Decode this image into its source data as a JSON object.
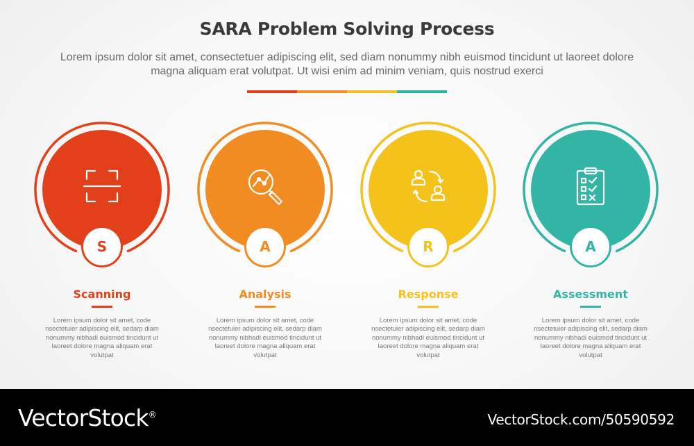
{
  "title": "SARA Problem Solving Process",
  "subtitle": "Lorem ipsum dolor sit amet, consectetuer adipiscing elit, sed diam nonummy nibh euismod tincidunt ut laoreet dolore magna aliquam erat volutpat. Ut wisi enim ad minim veniam, quis nostrud exerci",
  "divider_colors": [
    "#e2401a",
    "#f0902a",
    "#f5c12a",
    "#2db5a8"
  ],
  "steps": [
    {
      "letter": "S",
      "label": "Scanning",
      "icon": "scan-frame-icon",
      "color": "#e2401a",
      "ring_color": "#e2401a",
      "description": "Lorem ipsum dolor sit amet, code nsectetuier adipiscing elit, sedarp diam nonummy nibhadi euismod tincidunt ut laoreet dolore magna aliquam erat volutpat"
    },
    {
      "letter": "A",
      "label": "Analysis",
      "icon": "magnifier-chart-icon",
      "color": "#f08c22",
      "ring_color": "#f08c22",
      "description": "Lorem ipsum dolor sit amet, code nsectetuier adipiscing elit, sedarp diam nonummy nibhadi euismod tincidunt ut laoreet dolore magna aliquam erat volutpat"
    },
    {
      "letter": "R",
      "label": "Response",
      "icon": "people-exchange-icon",
      "color": "#f5c21b",
      "ring_color": "#f5c21b",
      "description": "Lorem ipsum dolor sit amet, code nsectetuier adipiscing elit, sedarp diam nonummy nibhadi euismod tincidunt ut laoreet dolore magna aliquam erat volutpat"
    },
    {
      "letter": "A",
      "label": "Assessment",
      "icon": "clipboard-checklist-icon",
      "color": "#33b5a6",
      "ring_color": "#33b5a6",
      "description": "Lorem ipsum dolor sit amet, code nsectetuier adipiscing elit, sedarp diam nonummy nibhadi euismod tincidunt ut laoreet dolore magna aliquam erat volutpat"
    }
  ],
  "footer": {
    "brand": "VectorStock",
    "brand_mark": "®",
    "reference": "VectorStock.com/50590592"
  }
}
